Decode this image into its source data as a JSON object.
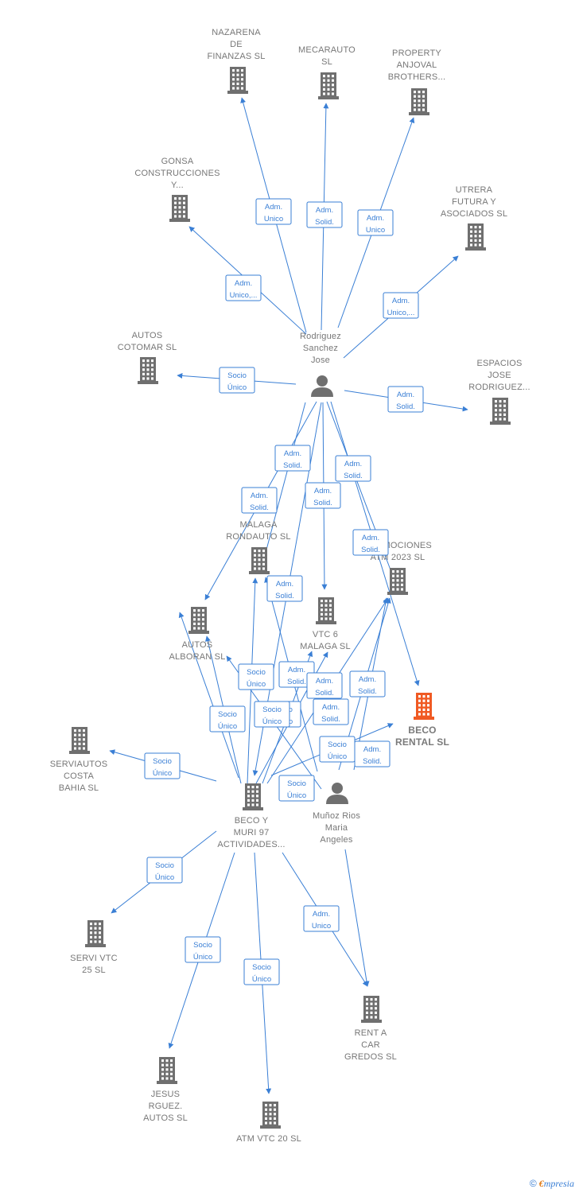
{
  "colors": {
    "edge": "#3a7fd5",
    "building": "#6f6f6f",
    "highlight": "#f05a23",
    "person": "#6f6f6f"
  },
  "nodes": [
    {
      "id": "nazarena",
      "type": "company",
      "lines": [
        "NAZARENA",
        "DE",
        "FINANZAS SL"
      ]
    },
    {
      "id": "mecarauto",
      "type": "company",
      "lines": [
        "MECARAUTO",
        "SL"
      ]
    },
    {
      "id": "property",
      "type": "company",
      "lines": [
        "PROPERTY",
        "ANJOVAL",
        "BROTHERS..."
      ]
    },
    {
      "id": "gonsa",
      "type": "company",
      "lines": [
        "GONSA",
        "CONSTRUCCIONES",
        "Y..."
      ]
    },
    {
      "id": "utrera",
      "type": "company",
      "lines": [
        "UTRERA",
        "FUTURA Y",
        "ASOCIADOS SL"
      ]
    },
    {
      "id": "cotomar",
      "type": "company",
      "lines": [
        "AUTOS",
        "COTOMAR  SL"
      ]
    },
    {
      "id": "rodriguez",
      "type": "person",
      "lines": [
        "Rodriguez",
        "Sanchez",
        "Jose"
      ]
    },
    {
      "id": "espacios",
      "type": "company",
      "lines": [
        "ESPACIOS",
        "JOSE",
        "RODRIGUEZ..."
      ]
    },
    {
      "id": "rondauto",
      "type": "company",
      "lines": [
        "MALAGA",
        "RONDAUTO  SL"
      ]
    },
    {
      "id": "promociones",
      "type": "company",
      "lines": [
        "PROMOCIONES",
        "ATM 2023  SL"
      ]
    },
    {
      "id": "alboran",
      "type": "company",
      "lines": [
        "AUTOS",
        "ALBORAN  SL"
      ]
    },
    {
      "id": "vtc6",
      "type": "company",
      "lines": [
        "VTC 6",
        "MALAGA  SL"
      ]
    },
    {
      "id": "beco",
      "type": "company",
      "highlight": true,
      "lines": [
        "BECO",
        "RENTAL  SL"
      ]
    },
    {
      "id": "serviautos",
      "type": "company",
      "lines": [
        "SERVIAUTOS",
        "COSTA",
        "BAHIA  SL"
      ]
    },
    {
      "id": "becomuri",
      "type": "company",
      "lines": [
        "BECO Y",
        "MURI 97",
        "ACTIVIDADES..."
      ]
    },
    {
      "id": "munoz",
      "type": "person",
      "lines": [
        "Muñoz Rios",
        "Maria",
        "Angeles"
      ]
    },
    {
      "id": "servivtc",
      "type": "company",
      "lines": [
        "SERVI VTC",
        "25  SL"
      ]
    },
    {
      "id": "rentacar",
      "type": "company",
      "lines": [
        "RENT A",
        "CAR",
        "GREDOS  SL"
      ]
    },
    {
      "id": "jesus",
      "type": "company",
      "lines": [
        "JESUS",
        "RGUEZ.",
        "AUTOS  SL"
      ]
    },
    {
      "id": "atm20",
      "type": "company",
      "lines": [
        "ATM VTC 20  SL"
      ]
    }
  ],
  "edges": [
    {
      "lines": [
        "Adm.",
        "Unico"
      ]
    },
    {
      "lines": [
        "Adm.",
        "Solid."
      ]
    },
    {
      "lines": [
        "Adm.",
        "Unico"
      ]
    },
    {
      "lines": [
        "Adm.",
        "Unico,..."
      ]
    },
    {
      "lines": [
        "Adm.",
        "Unico,..."
      ]
    },
    {
      "lines": [
        "Socio",
        "Único"
      ]
    },
    {
      "lines": [
        "Adm.",
        "Solid."
      ]
    },
    {
      "lines": [
        "Adm.",
        "Solid."
      ]
    },
    {
      "lines": [
        "Adm.",
        "Solid."
      ]
    },
    {
      "lines": [
        "Adm.",
        "Solid."
      ]
    },
    {
      "lines": [
        "Adm.",
        "Solid."
      ]
    },
    {
      "lines": [
        "Adm.",
        "Solid."
      ]
    },
    {
      "lines": [
        "Adm.",
        "Solid."
      ]
    },
    {
      "lines": [
        "Socio",
        "Único"
      ]
    },
    {
      "lines": [
        "Socio",
        "Único"
      ]
    },
    {
      "lines": [
        "Adm.",
        "Solid."
      ]
    },
    {
      "lines": [
        "Socio",
        "Único"
      ]
    },
    {
      "lines": [
        "Socio",
        "Único"
      ]
    },
    {
      "lines": [
        "Adm.",
        "Solid."
      ]
    },
    {
      "lines": [
        "Adm.",
        "Solid."
      ]
    },
    {
      "lines": [
        "Socio",
        "Único"
      ]
    },
    {
      "lines": [
        "Adm.",
        "Solid."
      ]
    },
    {
      "lines": [
        "Adm.",
        "Solid."
      ]
    },
    {
      "lines": [
        "Socio",
        "Único"
      ]
    },
    {
      "lines": [
        "Socio",
        "Único"
      ]
    },
    {
      "lines": [
        "Socio",
        "Único"
      ]
    },
    {
      "lines": [
        "Socio",
        "Único"
      ]
    },
    {
      "lines": [
        "Socio",
        "Único"
      ]
    },
    {
      "lines": [
        "Adm.",
        "Unico"
      ]
    }
  ],
  "footer": {
    "copyright": "©",
    "brand_initial": "€",
    "brand_rest": "mpresia"
  }
}
